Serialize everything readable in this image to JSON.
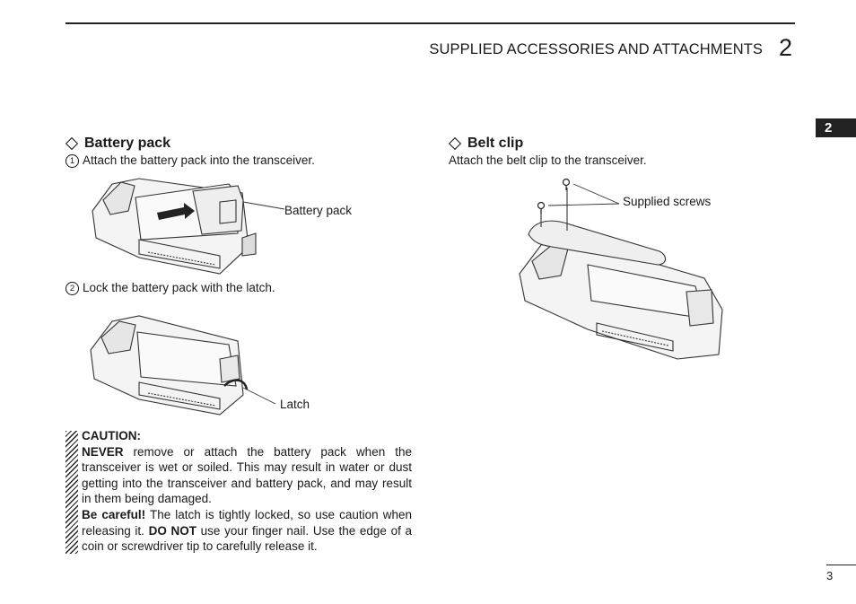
{
  "header": {
    "title": "SUPPLIED ACCESSORIES AND ATTACHMENTS",
    "chapter": "2"
  },
  "side_tab": "2",
  "battery_pack": {
    "heading": "Battery pack",
    "step1_marker": "1",
    "step1": "Attach the battery pack into the transceiver.",
    "fig1_label": "Battery pack",
    "step2_marker": "2",
    "step2": "Lock the battery pack with the latch.",
    "fig2_label": "Latch"
  },
  "caution": {
    "title": "CAUTION:",
    "p1_bold": "NEVER",
    "p1_text": " remove or attach the battery pack when the transceiver is wet or soiled. This may result in water or dust getting into the transceiver and battery pack, and may result in them being damaged.",
    "p2_bold": "Be careful!",
    "p2_text1": " The latch is tightly locked, so use caution when releasing it. ",
    "p2_bold2": "DO NOT",
    "p2_text2": " use your finger nail. Use the edge of a coin or screwdriver tip to carefully release it."
  },
  "belt_clip": {
    "heading": "Belt clip",
    "instruction": "Attach the belt clip to the transceiver.",
    "fig_label": "Supplied screws"
  },
  "page_number": "3"
}
